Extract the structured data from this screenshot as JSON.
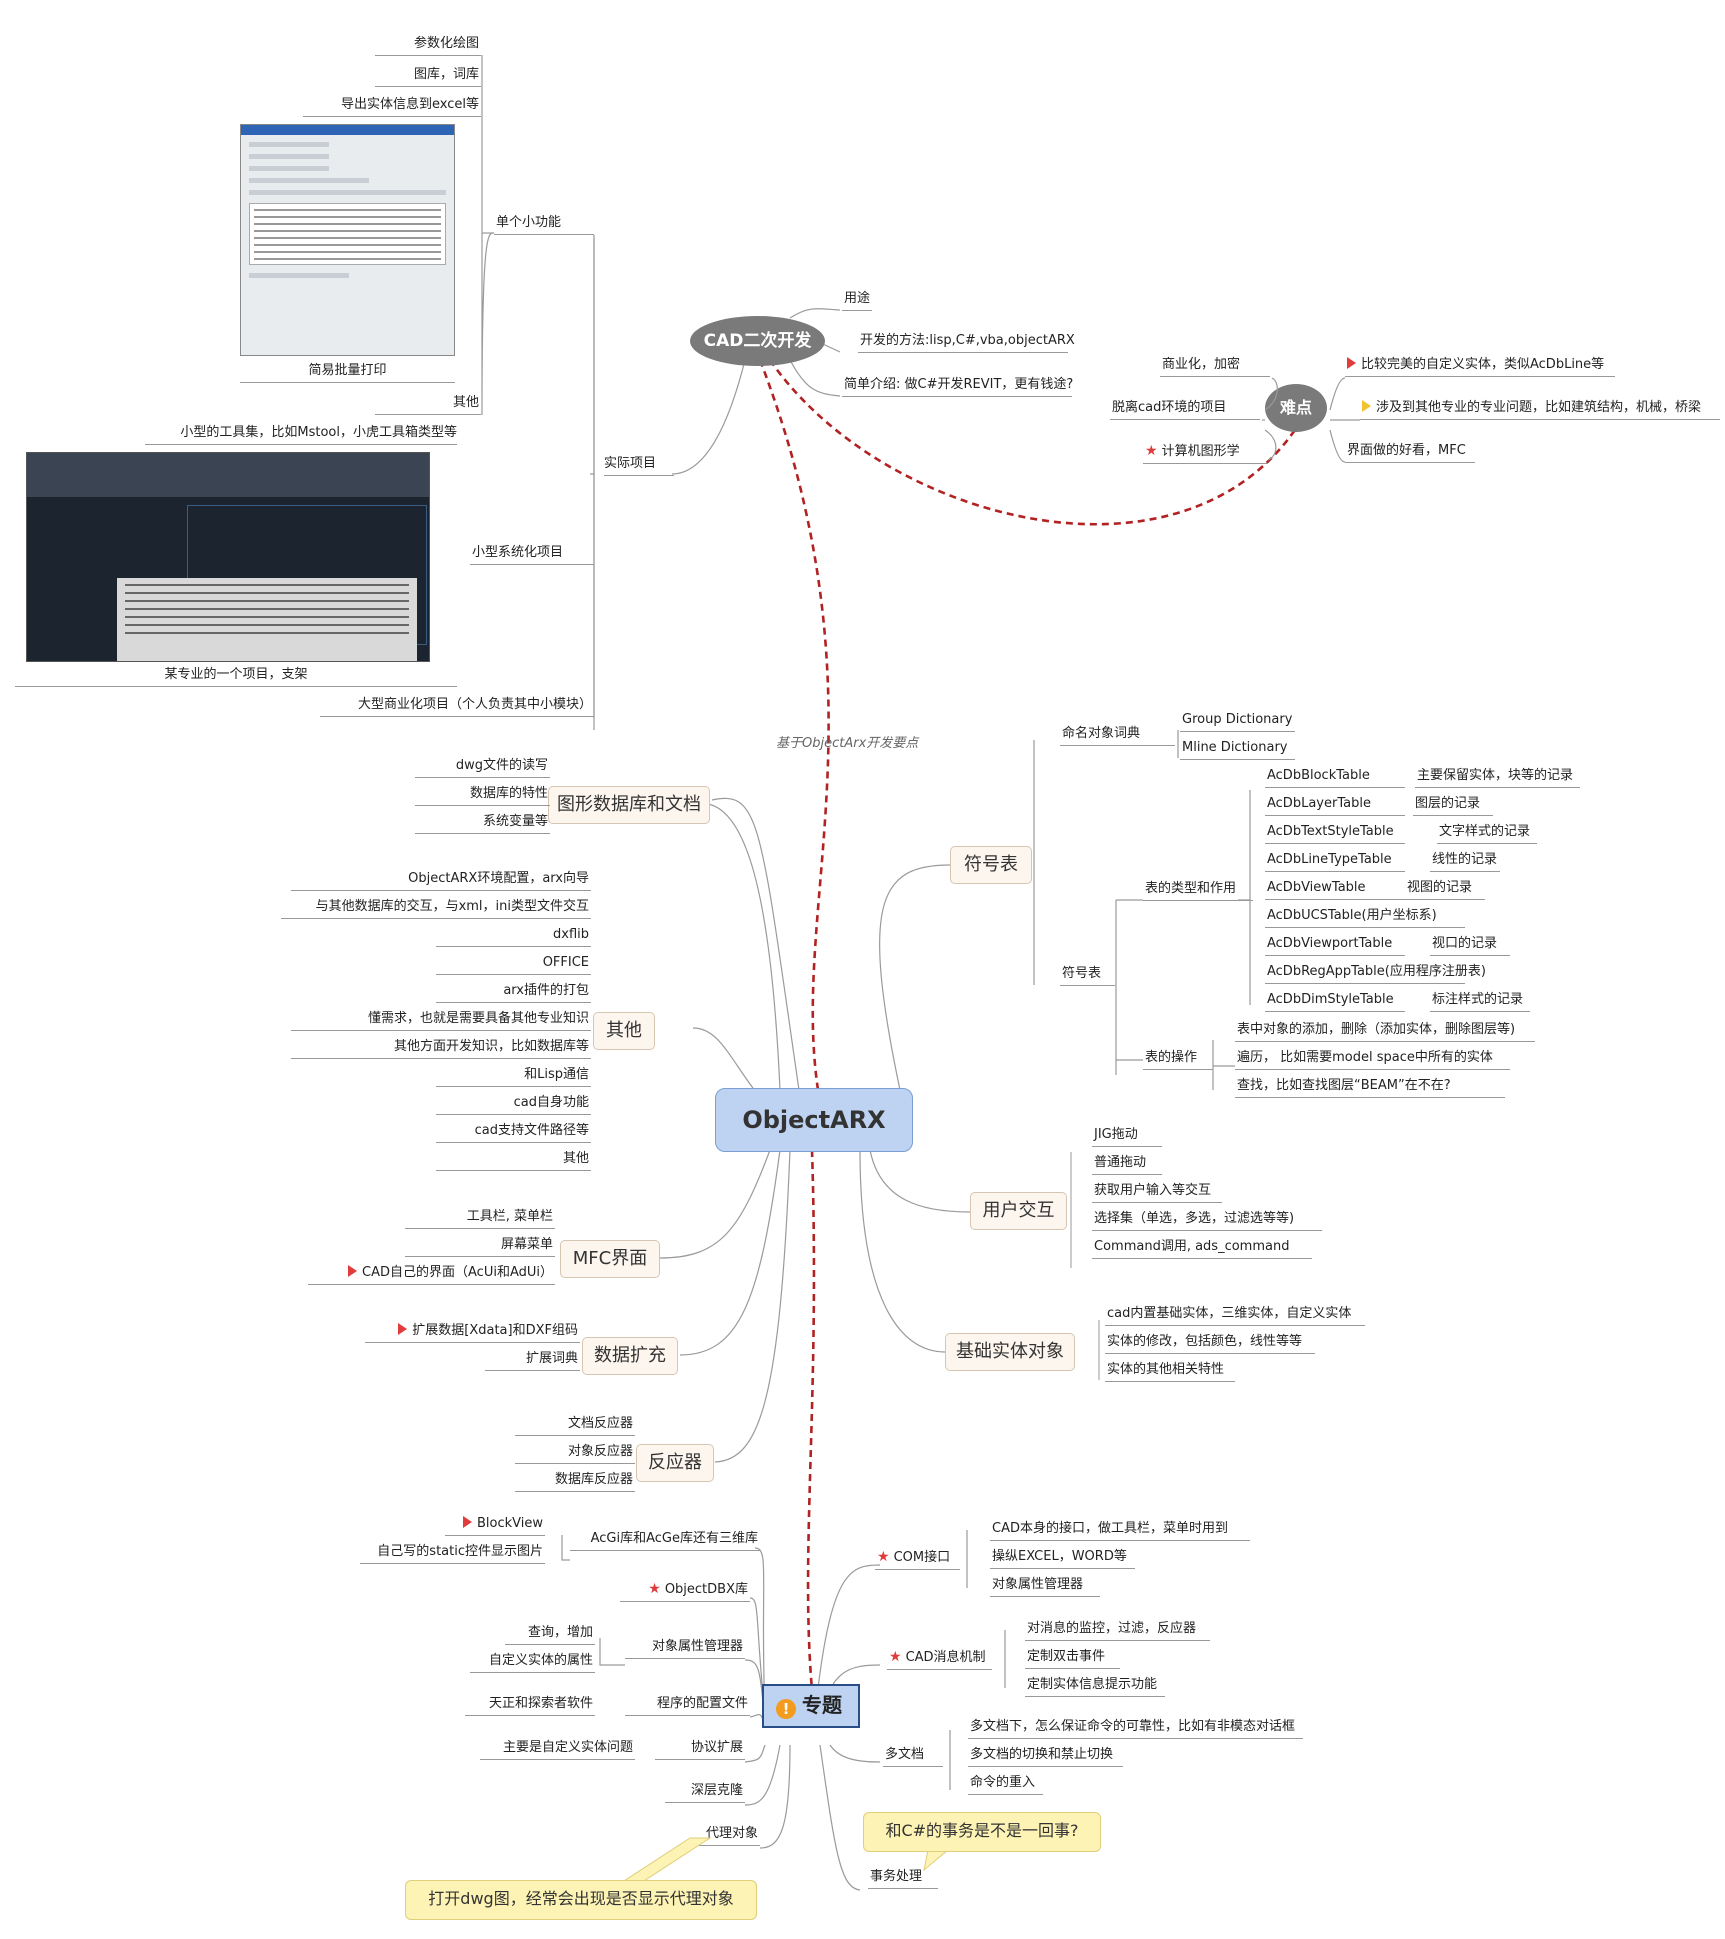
{
  "center": {
    "label": "ObjectARX"
  },
  "cad_dev": {
    "label": "CAD二次开发",
    "branches": [
      "用途",
      "开发的方法:lisp,C#,vba,objectARX",
      "简单介绍: 做C#开发REVIT，更有钱途?"
    ],
    "arrow_label": "基于ObjectArx开发要点"
  },
  "difficulty": {
    "label": "难点",
    "left": [
      "商业化，加密",
      "脱离cad环境的项目",
      "计算机图形学"
    ],
    "right": [
      "比较完美的自定义实体，类似AcDbLine等",
      "涉及到其他专业的专业问题，比如建筑结构，机械，桥梁",
      "界面做的好看，MFC"
    ]
  },
  "projects": {
    "label": "实际项目",
    "small_features": {
      "label": "单个小功能",
      "items": [
        "参数化绘图",
        "图库，词库",
        "导出实体信息到excel等",
        "简易批量打印",
        "其他"
      ]
    },
    "small_system": {
      "label": "小型系统化项目",
      "items": [
        "小型的工具集，比如Mstool，小虎工具箱类型等",
        "某专业的一个项目，支架"
      ]
    },
    "large": "大型商业化项目（个人负责其中小模块）"
  },
  "graphics_db": {
    "label": "图形数据库和文档",
    "items": [
      "dwg文件的读写",
      "数据库的特性",
      "系统变量等"
    ]
  },
  "others": {
    "label": "其他",
    "items": [
      "ObjectARX环境配置，arx向导",
      "与其他数据库的交互，与xml，ini类型文件交互",
      "dxflib",
      "OFFICE",
      "arx插件的打包",
      "懂需求，也就是需要具备其他专业知识",
      "其他方面开发知识，比如数据库等",
      "和Lisp通信",
      "cad自身功能",
      "cad支持文件路径等",
      "其他"
    ]
  },
  "mfc": {
    "label": "MFC界面",
    "items": [
      "工具栏, 菜单栏",
      "屏幕菜单",
      "CAD自己的界面（AcUi和AdUi）"
    ]
  },
  "xdata": {
    "label": "数据扩充",
    "items": [
      "扩展数据[Xdata]和DXF组码",
      "扩展词典"
    ]
  },
  "reactor": {
    "label": "反应器",
    "items": [
      "文档反应器",
      "对象反应器",
      "数据库反应器"
    ]
  },
  "symbol": {
    "label": "符号表",
    "named_dict": {
      "label": "命名对象词典",
      "items": [
        "Group Dictionary",
        "Mline Dictionary"
      ]
    },
    "table": {
      "label": "符号表",
      "types_label": "表的类型和作用",
      "types": [
        {
          "name": "AcDbBlockTable",
          "desc": "主要保留实体，块等的记录"
        },
        {
          "name": "AcDbLayerTable",
          "desc": "图层的记录"
        },
        {
          "name": "AcDbTextStyleTable",
          "desc": "文字样式的记录"
        },
        {
          "name": "AcDbLineTypeTable",
          "desc": "线性的记录"
        },
        {
          "name": "AcDbViewTable",
          "desc": "视图的记录"
        },
        {
          "name": "AcDbUCSTable(用户坐标系)",
          "desc": ""
        },
        {
          "name": "AcDbViewportTable",
          "desc": "视口的记录"
        },
        {
          "name": "AcDbRegAppTable(应用程序注册表)",
          "desc": ""
        },
        {
          "name": "AcDbDimStyleTable",
          "desc": "标注样式的记录"
        }
      ],
      "ops_label": "表的操作",
      "ops": [
        "表中对象的添加，删除（添加实体，删除图层等)",
        "遍历， 比如需要model space中所有的实体",
        "查找，比如查找图层“BEAM”在不在?"
      ]
    }
  },
  "interaction": {
    "label": "用户交互",
    "items": [
      "JIG拖动",
      "普通拖动",
      "获取用户输入等交互",
      "选择集（单选，多选，过滤选等等)",
      "Command调用, ads_command"
    ]
  },
  "entity": {
    "label": "基础实体对象",
    "items": [
      "cad内置基础实体，三维实体，自定义实体",
      "实体的修改，包括颜色，线性等等",
      "实体的其他相关特性"
    ]
  },
  "topics": {
    "label": "专题",
    "left": {
      "acgi": {
        "label": "AcGi库和AcGe库还有三维库",
        "items": [
          "BlockView",
          "自己写的static控件显示图片"
        ]
      },
      "objectdbx": "ObjectDBX库",
      "prop_mgr": {
        "label": "对象属性管理器",
        "items": [
          "查询，增加",
          "自定义实体的属性"
        ]
      },
      "profile": {
        "label": "程序的配置文件",
        "items": [
          "天正和探索者软件"
        ]
      },
      "protocol": {
        "label": "协议扩展",
        "items": [
          "主要是自定义实体问题"
        ]
      },
      "deep_clone": "深层克隆",
      "proxy": "代理对象",
      "proxy_note": "打开dwg图，经常会出现是否显示代理对象"
    },
    "right": {
      "com": {
        "label": "COM接口",
        "items": [
          "CAD本身的接口，做工具栏，菜单时用到",
          "操纵EXCEL，WORD等",
          "对象属性管理器"
        ]
      },
      "msg": {
        "label": "CAD消息机制",
        "items": [
          "对消息的监控，过滤，反应器",
          "定制双击事件",
          "定制实体信息提示功能"
        ]
      },
      "mdi": {
        "label": "多文档",
        "items": [
          "多文档下，怎么保证命令的可靠性，比如有非模态对话框",
          "多文档的切换和禁止切换",
          "命令的重入"
        ]
      },
      "txn": "事务处理",
      "txn_note": "和C#的事务是不是一回事?"
    }
  },
  "colors": {
    "connector": "#999999",
    "dashed_arrow": "#b22222",
    "center_fill": "#bed3f2",
    "callout_fill": "#fcf3b4"
  }
}
